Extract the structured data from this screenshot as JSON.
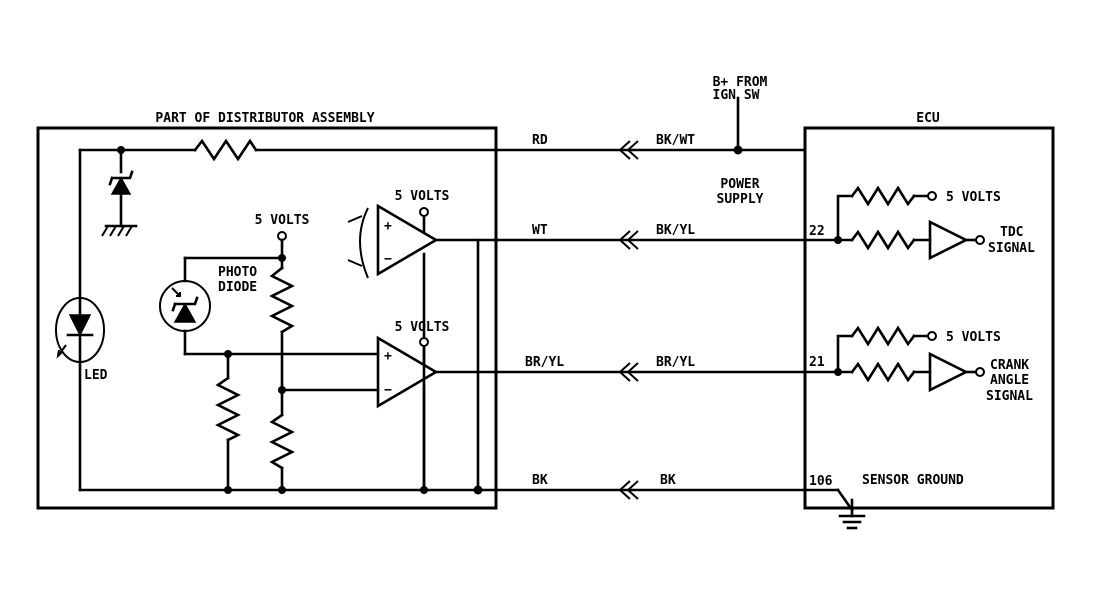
{
  "labels": {
    "distributor_assembly": "PART OF DISTRIBUTOR ASSEMBLY",
    "ecu": "ECU",
    "b_plus_line1": "B+ FROM",
    "b_plus_line2": "IGN SW",
    "power_supply_line1": "POWER",
    "power_supply_line2": "SUPPLY",
    "five_volts_opamp_top": "5 VOLTS",
    "five_volts_opamp_bottom": "5 VOLTS",
    "five_volts_divider": "5 VOLTS",
    "five_volts_ecu_top": "5 VOLTS",
    "five_volts_ecu_bottom": "5 VOLTS",
    "photo_diode_line1": "PHOTO",
    "photo_diode_line2": "DIODE",
    "led": "LED",
    "tdc_line1": "TDC",
    "tdc_line2": "SIGNAL",
    "crank_line1": "CRANK",
    "crank_line2": "ANGLE",
    "crank_line3": "SIGNAL",
    "sensor_ground": "SENSOR GROUND",
    "plus_top": "+",
    "minus_top": "−",
    "plus_bottom": "+",
    "minus_bottom": "−"
  },
  "wires": {
    "power": {
      "dist_side": "RD",
      "ecu_side": "BK/WT"
    },
    "tdc": {
      "dist_side": "WT",
      "ecu_side": "BK/YL"
    },
    "crank": {
      "dist_side": "BR/YL",
      "ecu_side": "BR/YL"
    },
    "ground": {
      "dist_side": "BK",
      "ecu_side": "BK"
    }
  },
  "pins": {
    "tdc": "22",
    "crank": "21",
    "ground": "106"
  }
}
